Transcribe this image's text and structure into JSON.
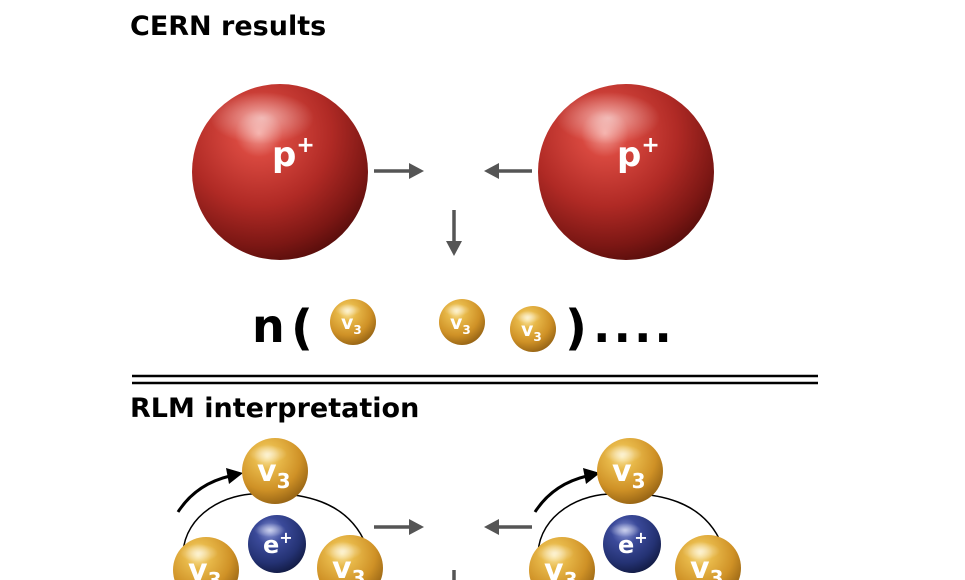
{
  "cern": {
    "heading": "CERN results",
    "proton_label": "p",
    "proton_charge": "+",
    "product_prefix": "n",
    "open_paren": "(",
    "close_paren": ")",
    "ellipsis": "....",
    "neutrino_label": "v",
    "neutrino_index": "3"
  },
  "rlm": {
    "heading": "RLM interpretation",
    "neutrino_label": "v",
    "neutrino_index": "3",
    "positron_label": "e",
    "positron_charge": "+"
  },
  "colors": {
    "proton": "#b02a25",
    "neutrino": "#d49a2c",
    "positron": "#243273",
    "arrow": "#555555",
    "divider": "#000000"
  },
  "icons": [
    "arrow-right-icon",
    "arrow-left-icon",
    "arrow-down-icon",
    "rotation-arrow-icon"
  ]
}
